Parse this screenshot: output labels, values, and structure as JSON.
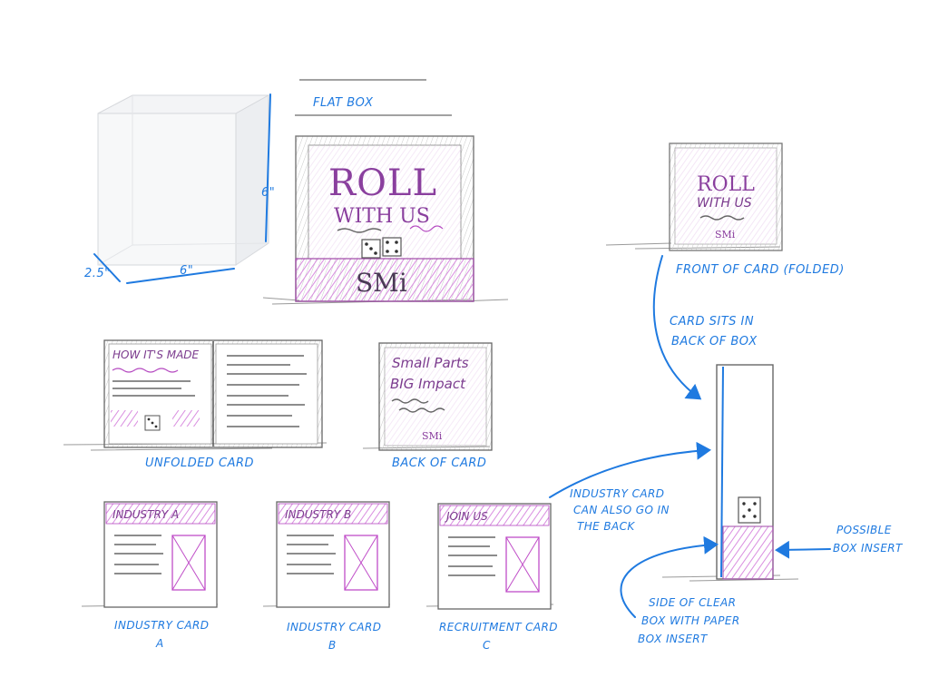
{
  "labels": {
    "flat_box": "FLAT BOX",
    "dim_height": "6\"",
    "dim_width": "6\"",
    "dim_depth": "2.5\"",
    "front_of_card": "FRONT OF CARD (FOLDED)",
    "card_sits": [
      "CARD SITS IN",
      "BACK OF BOX"
    ],
    "unfolded_card": "UNFOLDED CARD",
    "back_of_card": "BACK OF CARD",
    "industry_back": [
      "INDUSTRY CARD",
      "CAN ALSO GO IN",
      "THE BACK"
    ],
    "possible_insert": [
      "POSSIBLE",
      "BOX INSERT"
    ],
    "side_of_box": [
      "SIDE OF CLEAR",
      "BOX WITH PAPER",
      "BOX INSERT"
    ],
    "industry_card_a": [
      "INDUSTRY CARD",
      "A"
    ],
    "industry_card_b": [
      "INDUSTRY CARD",
      "B"
    ],
    "recruitment_card": [
      "RECRUITMENT CARD",
      "C"
    ]
  },
  "box_art": {
    "roll": "ROLL",
    "with_us": "WITH US",
    "smi": "SMi"
  },
  "front_card": {
    "roll": "ROLL",
    "with_us": "WITH US",
    "smi": "SMi"
  },
  "unfolded": {
    "heading": "HOW IT'S MADE"
  },
  "back_card": {
    "line1": "Small Parts",
    "line2": "BIG Impact",
    "smi": "SMi"
  },
  "cards": {
    "a_header": "INDUSTRY A",
    "b_header": "INDUSTRY B",
    "c_header": "JOIN US"
  },
  "colors": {
    "annotation_blue": "#1f7ae0",
    "marker_pink": "#c04ec8",
    "pencil_gray": "#6b6b6b"
  }
}
